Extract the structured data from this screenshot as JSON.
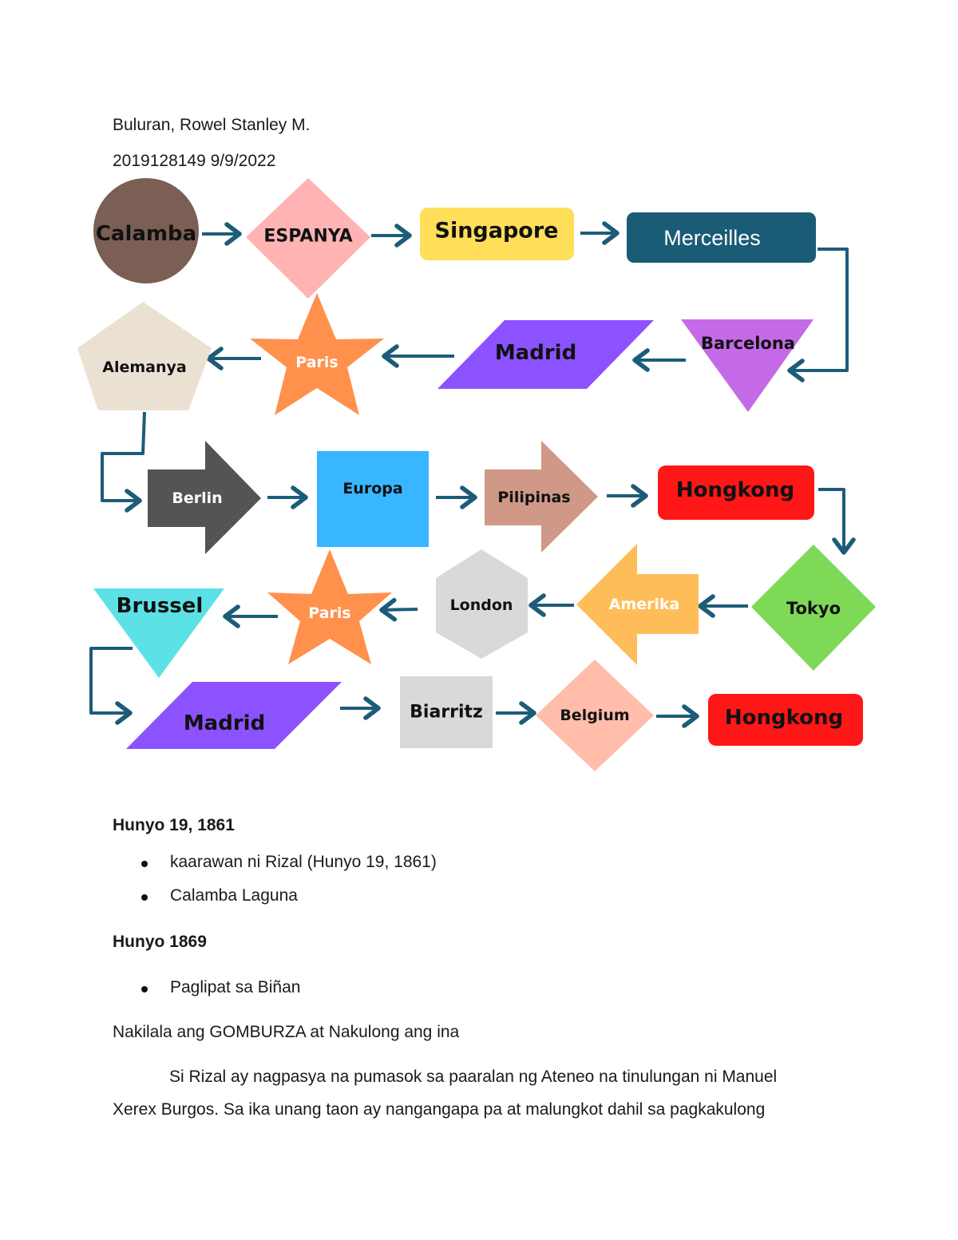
{
  "header": {
    "name": "Buluran, Rowel Stanley M.",
    "id_date": "2019128149 9/9/2022"
  },
  "diagram": {
    "arrow_color": "#1d5c78",
    "nodes": [
      {
        "label": "Calamba",
        "shape": "circle",
        "color": "#7b5f54"
      },
      {
        "label": "ESPANYA",
        "shape": "diamond",
        "color": "#ffb3b3"
      },
      {
        "label": "Singapore",
        "shape": "rounded-rect",
        "color": "#ffde59"
      },
      {
        "label": "Merceilles",
        "shape": "rounded-rect",
        "color": "#1a5b76"
      },
      {
        "label": "Barcelona",
        "shape": "inverted-triangle",
        "color": "#c56ae6"
      },
      {
        "label": "Madrid",
        "shape": "parallelogram",
        "color": "#8c52ff"
      },
      {
        "label": "Paris",
        "shape": "star",
        "color": "#ff914d"
      },
      {
        "label": "Alemanya",
        "shape": "pentagon",
        "color": "#ebe1d3"
      },
      {
        "label": "Berlin",
        "shape": "arrow-right",
        "color": "#545454"
      },
      {
        "label": "Europa",
        "shape": "square",
        "color": "#38b6ff"
      },
      {
        "label": "Pilipinas",
        "shape": "arrow-right",
        "color": "#d09886"
      },
      {
        "label": "Hongkong",
        "shape": "rounded-rect",
        "color": "#ff1616"
      },
      {
        "label": "Tokyo",
        "shape": "diamond",
        "color": "#7ed957"
      },
      {
        "label": "Amerika",
        "shape": "arrow-left",
        "color": "#ffbd59"
      },
      {
        "label": "London",
        "shape": "hexagon",
        "color": "#d9d9d9"
      },
      {
        "label": "Paris",
        "shape": "star",
        "color": "#ff914d"
      },
      {
        "label": "Brussel",
        "shape": "inverted-triangle",
        "color": "#5ce1e6"
      },
      {
        "label": "Madrid",
        "shape": "parallelogram",
        "color": "#8c52ff"
      },
      {
        "label": "Biarritz",
        "shape": "square",
        "color": "#d9d9d9"
      },
      {
        "label": "Belgium",
        "shape": "diamond",
        "color": "#ffbdaa"
      },
      {
        "label": "Hongkong",
        "shape": "rounded-rect",
        "color": "#ff1616"
      }
    ]
  },
  "sections": [
    {
      "heading": "Hunyo 19, 1861",
      "bullets": [
        "kaarawan ni Rizal (Hunyo 19, 1861)",
        "Calamba Laguna"
      ]
    },
    {
      "heading": "Hunyo 1869",
      "bullets": [
        "Paglipat sa Biñan"
      ]
    }
  ],
  "body": {
    "line1": "Nakilala ang GOMBURZA at Nakulong ang ina",
    "para1": "Si Rizal ay nagpasya na pumasok sa paaralan ng Ateneo na tinulungan ni Manuel",
    "para2": "Xerex Burgos. Sa ika unang taon ay nangangapa pa at malungkot dahil sa pagkakulong"
  }
}
